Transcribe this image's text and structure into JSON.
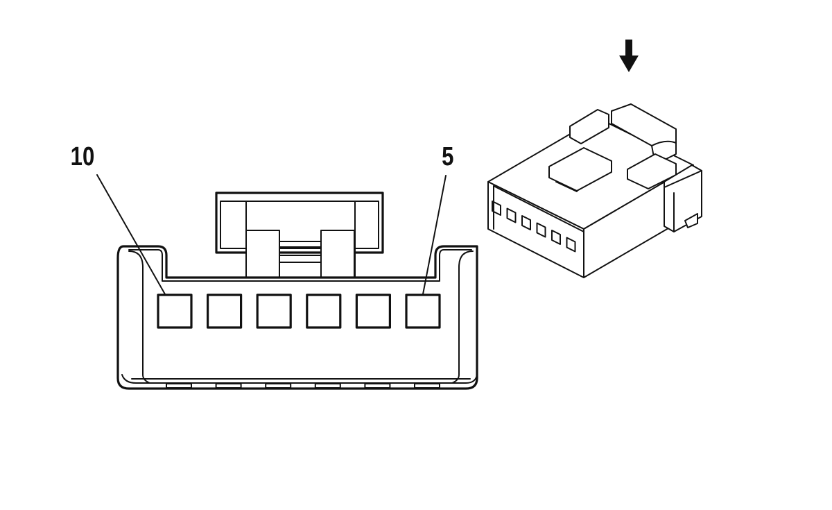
{
  "labels": {
    "pin_left": "10",
    "pin_right": "5"
  },
  "front_view": {
    "cavity_count": 6
  },
  "iso_view": {
    "cavity_count": 6
  },
  "icons": {
    "direction_arrow": "down-arrow-icon"
  },
  "colors": {
    "line": "#111111",
    "background": "#ffffff"
  }
}
